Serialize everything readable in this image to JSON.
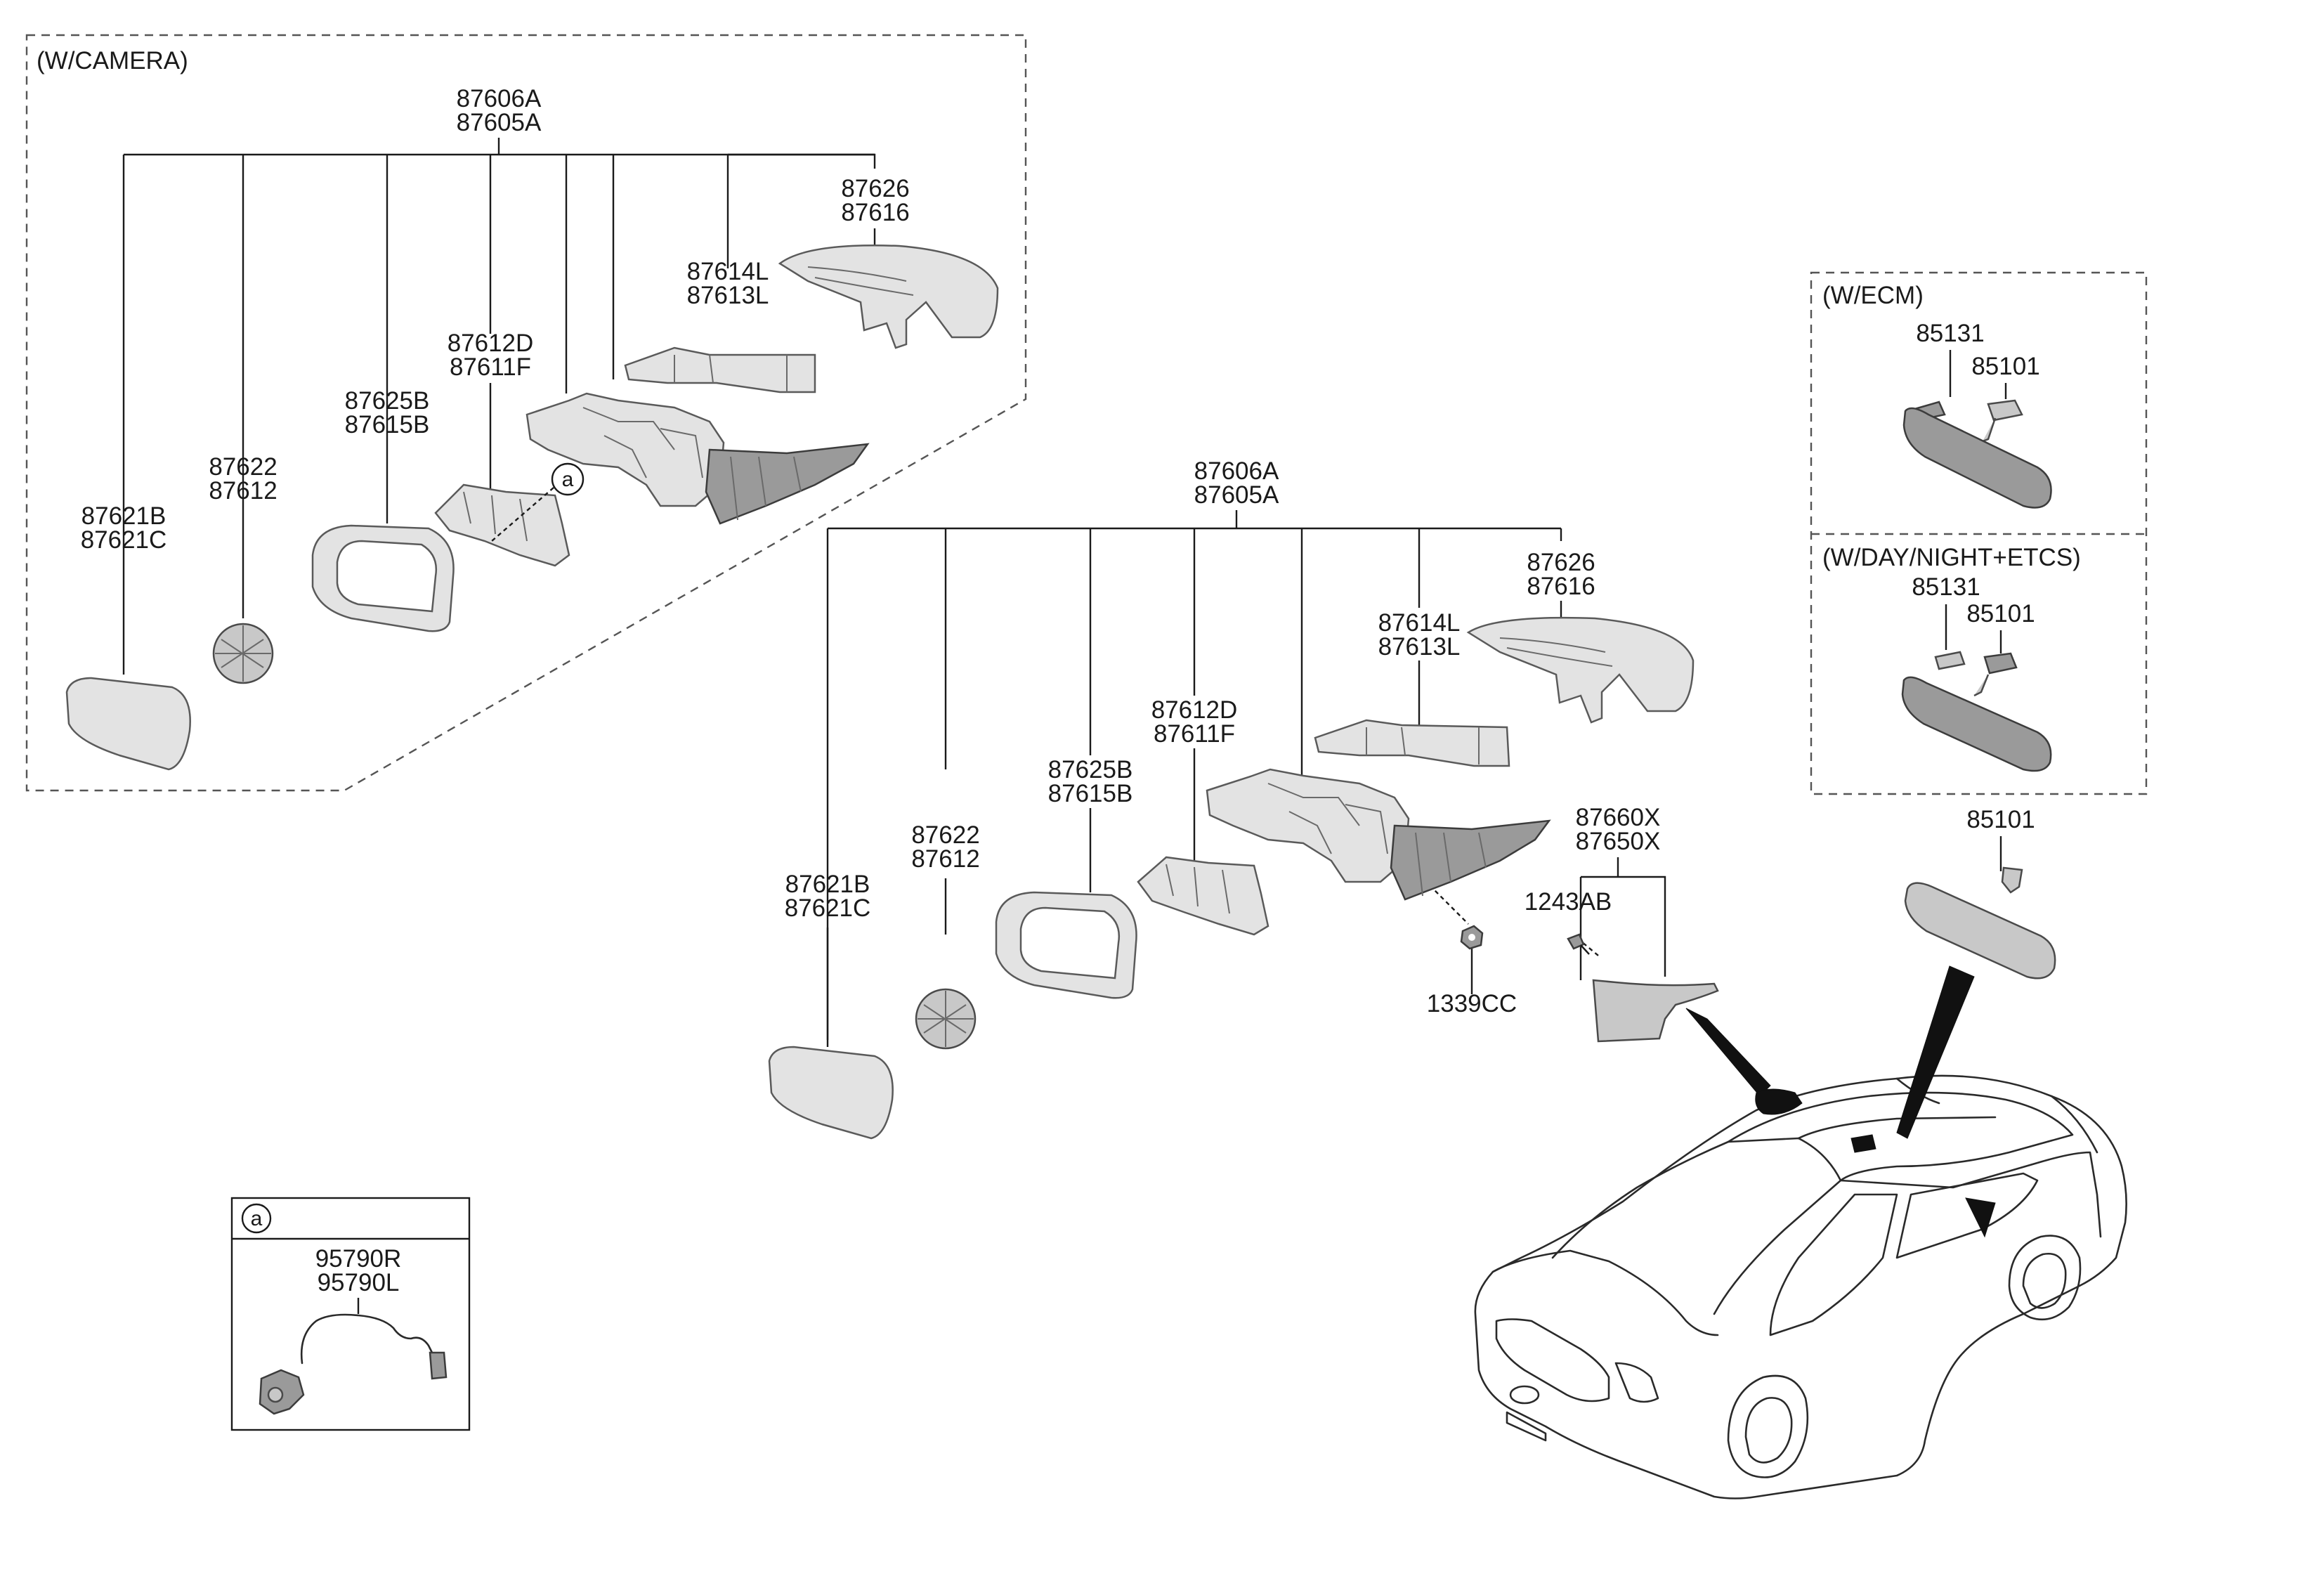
{
  "groups": {
    "camera": "(W/CAMERA)",
    "ecm": "(W/ECM)",
    "day_night": "(W/DAY/NIGHT+ETCS)"
  },
  "callout": "a",
  "camera_set": {
    "assembly": [
      "87606A",
      "87605A"
    ],
    "cover": [
      "87626",
      "87616"
    ],
    "side_repeater": [
      "87614L",
      "87613L"
    ],
    "housing_cover": [
      "87612D",
      "87611F"
    ],
    "bezel": [
      "87625B",
      "87615B"
    ],
    "actuator": [
      "87622",
      "87612"
    ],
    "glass": [
      "87621B",
      "87621C"
    ]
  },
  "standard_set": {
    "assembly": [
      "87606A",
      "87605A"
    ],
    "cover": [
      "87626",
      "87616"
    ],
    "side_repeater": [
      "87614L",
      "87613L"
    ],
    "housing_cover": [
      "87612D",
      "87611F"
    ],
    "bezel": [
      "87625B",
      "87615B"
    ],
    "actuator": [
      "87622",
      "87612"
    ],
    "glass": [
      "87621B",
      "87621C"
    ],
    "garnish": [
      "87660X",
      "87650X"
    ],
    "screw": "1243AB",
    "nut": "1339CC"
  },
  "inside_mirror": {
    "ecm_bracket": "85131",
    "ecm_mirror": "85101",
    "dn_bracket": "85131",
    "dn_mirror": "85101",
    "basic_mirror": "85101"
  },
  "camera_harness": [
    "95790R",
    "95790L"
  ]
}
